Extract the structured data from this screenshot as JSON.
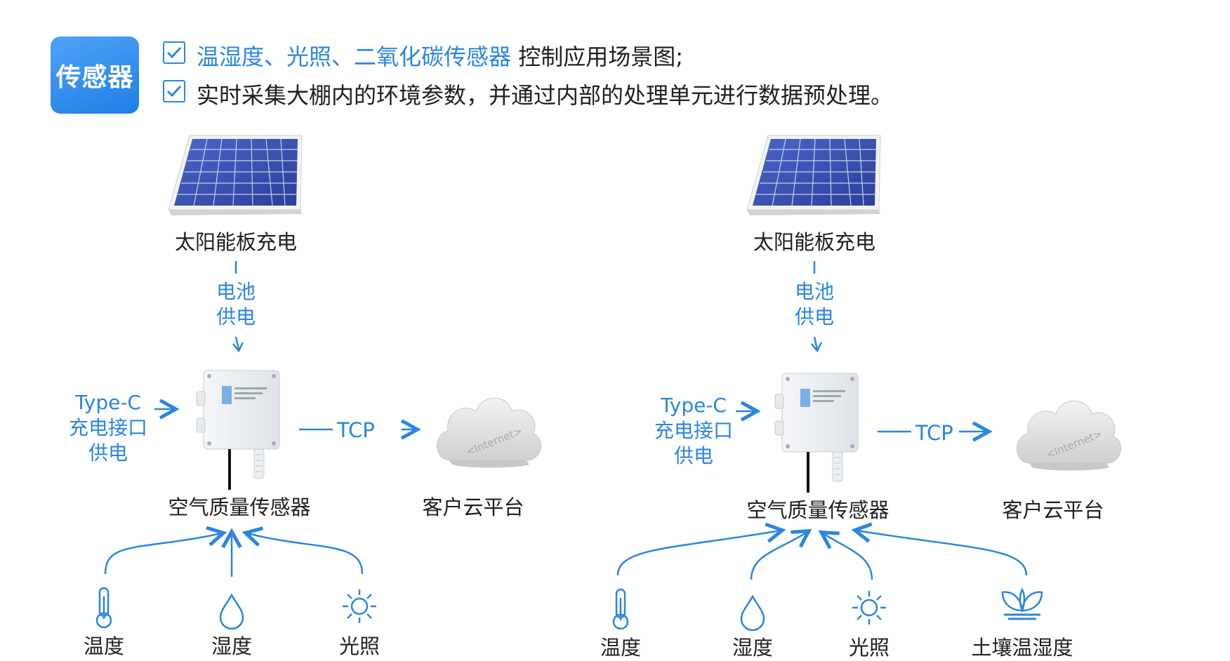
{
  "header": {
    "badge": "传感器",
    "line1_highlight": "温湿度、光照、二氧化碳传感器",
    "line1_rest": " 控制应用场景图;",
    "line2": "实时采集大棚内的环境参数，并通过内部的处理单元进行数据预处理。"
  },
  "left": {
    "solar": "太阳能板充电",
    "battery_1": "电池",
    "battery_2": "供电",
    "typec_1": "Type-C",
    "typec_2": "充电接口",
    "typec_3": "供电",
    "sensor": "空气质量传感器",
    "tcp": "TCP",
    "cloud": "客户云平台",
    "cloud_text": "<Internet>",
    "inputs": [
      "温度",
      "湿度",
      "光照"
    ]
  },
  "right": {
    "solar": "太阳能板充电",
    "battery_1": "电池",
    "battery_2": "供电",
    "typec_1": "Type-C",
    "typec_2": "充电接口",
    "typec_3": "供电",
    "sensor": "空气质量传感器",
    "tcp": "TCP",
    "cloud": "客户云平台",
    "cloud_text": "<Internet>",
    "inputs": [
      "温度",
      "湿度",
      "光照",
      "土壤温湿度"
    ]
  },
  "colors": {
    "accent": "#2a86e0",
    "text": "#1f1f1f",
    "panel": "#3a55b8"
  },
  "icons": [
    "thermometer-icon",
    "water-drop-icon",
    "sun-icon",
    "sprout-icon",
    "checkbox-icon",
    "solar-panel",
    "sensor-device",
    "cloud-icon"
  ]
}
